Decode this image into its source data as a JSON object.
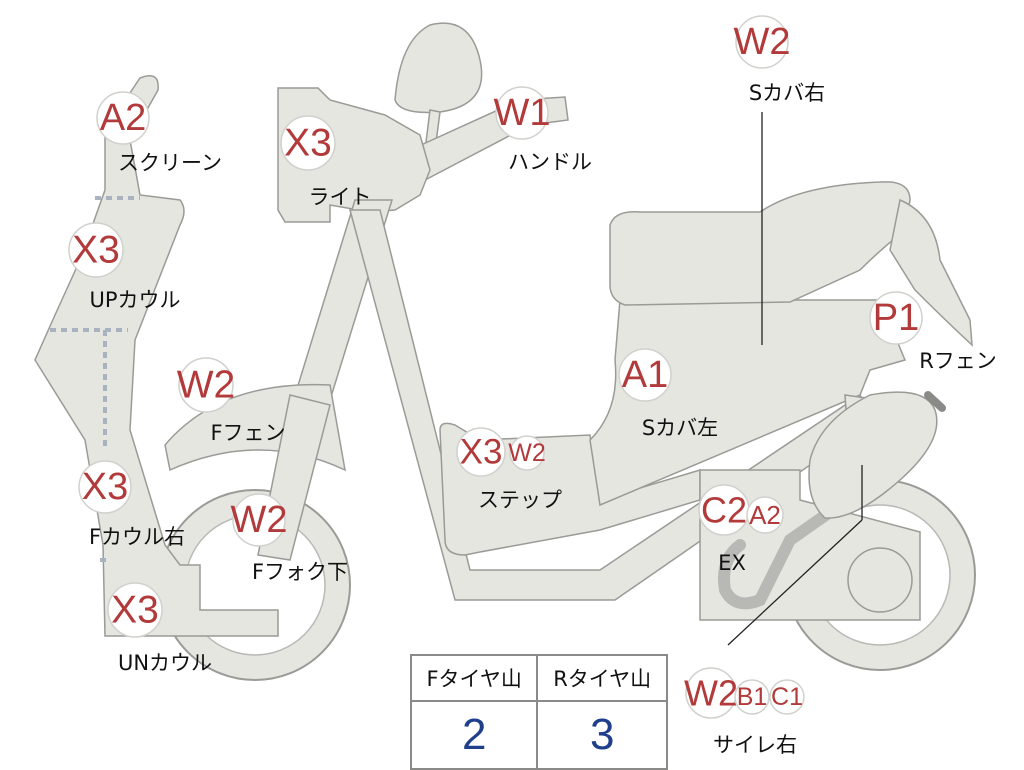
{
  "parts": [
    {
      "id": "screen",
      "name": "スクリーン",
      "grades": [
        "A2"
      ]
    },
    {
      "id": "light",
      "name": "ライト",
      "grades": [
        "X3"
      ]
    },
    {
      "id": "handle",
      "name": "ハンドル",
      "grades": [
        "W1"
      ]
    },
    {
      "id": "s-cover-right",
      "name": "Sカバ右",
      "grades": [
        "W2"
      ]
    },
    {
      "id": "up-cowl",
      "name": "UPカウル",
      "grades": [
        "X3"
      ]
    },
    {
      "id": "r-fender",
      "name": "Rフェン",
      "grades": [
        "P1"
      ]
    },
    {
      "id": "f-fender",
      "name": "Fフェン",
      "grades": [
        "W2"
      ]
    },
    {
      "id": "s-cover-left",
      "name": "Sカバ左",
      "grades": [
        "A1"
      ]
    },
    {
      "id": "step",
      "name": "ステップ",
      "grades": [
        "X3",
        "W2"
      ]
    },
    {
      "id": "f-cowl-right",
      "name": "Fカウル右",
      "grades": [
        "X3"
      ]
    },
    {
      "id": "f-fork-lower",
      "name": "Fフォク下",
      "grades": [
        "W2"
      ]
    },
    {
      "id": "exhaust",
      "name": "EX",
      "grades": [
        "C2",
        "A2"
      ]
    },
    {
      "id": "un-cowl",
      "name": "UNカウル",
      "grades": [
        "X3"
      ]
    },
    {
      "id": "silencer-right",
      "name": "サイレ右",
      "grades": [
        "W2",
        "B1",
        "C1"
      ]
    }
  ],
  "tire_table": {
    "front_label": "Fタイヤ山",
    "rear_label": "Rタイヤ山",
    "front_value": "2",
    "rear_value": "3"
  },
  "colors": {
    "grade_text": "#b23a3a",
    "tire_value_text": "#1f3e8c",
    "body_fill": "#e6e6e1"
  }
}
